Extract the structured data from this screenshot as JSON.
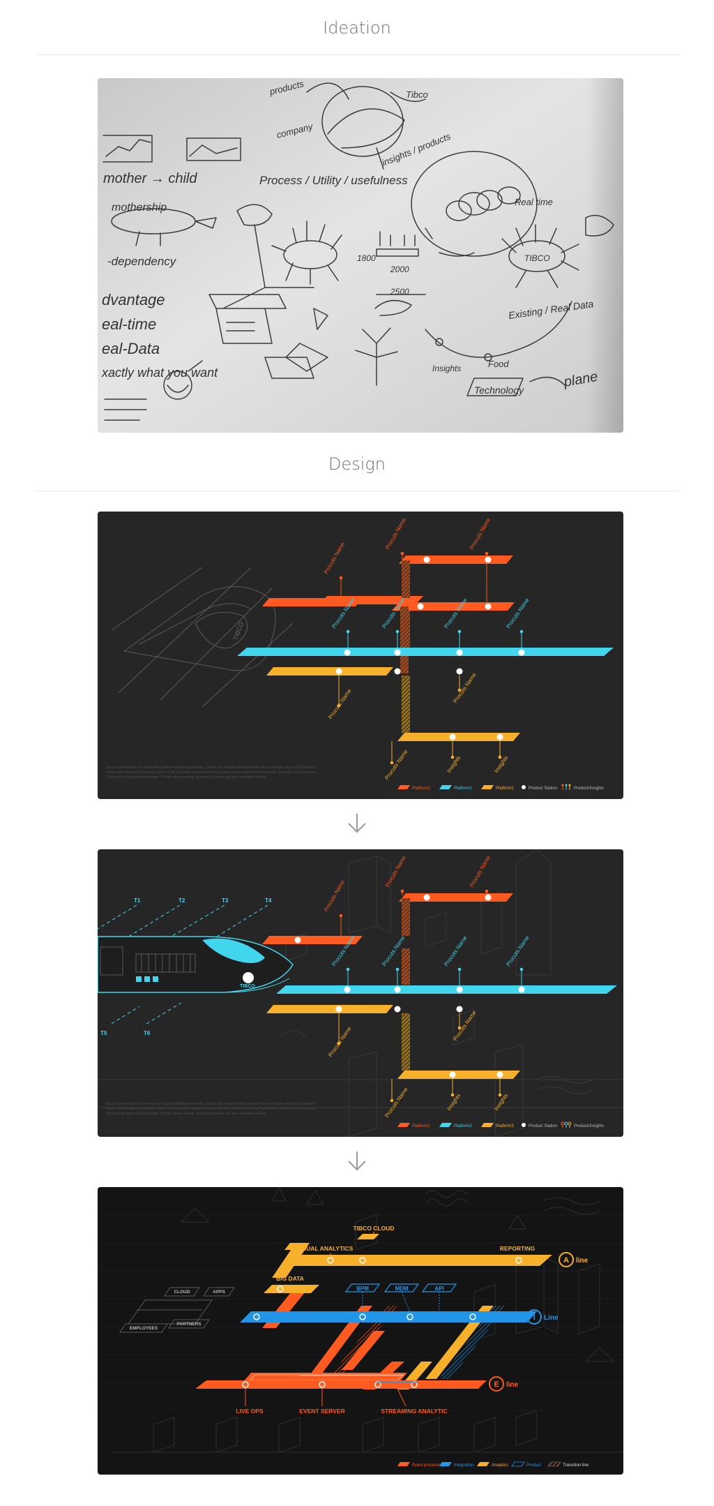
{
  "sections": {
    "ideation_title": "Ideation",
    "design_title": "Design"
  },
  "whiteboard": {
    "words": [
      "products",
      "Tibco",
      "company",
      "insights / products",
      "mother → child",
      "mothership",
      "Process / Utility / usefulness",
      "Real time",
      "-dependency",
      "dvantage",
      "eal-time",
      "eal-Data",
      "xactly what you want",
      "Existing / Real Data",
      "Food",
      "Technology",
      "plane",
      "TIBCO",
      "Insights",
      "1800",
      "2000",
      "2500"
    ]
  },
  "sketch_v1": {
    "product_label": "Procuts Name",
    "insights_label": "Insights",
    "train_logo": "TIBCO",
    "body_text": "Bacon ipsum dolor sit amet jerky brisket kielbasa porchetta. Spare ribs boudin biltong brisket doner chicken pig ball tip fatback salami jowl tenderloin ground round. Pork loin beef salami brisket beef ribs ham corned beef frankfurter ground round bresaola. Flank tri-tip capicola hamburger. Turkey ribeye swine, drumstick tongue chicken shoulder biltong.",
    "legend": [
      "Platform1",
      "Platform1",
      "Platform1",
      "Product Station",
      "Product/Insights"
    ]
  },
  "sketch_v2": {
    "product_label": "Procuts Name",
    "insights_label": "Insights",
    "train_logo": "TIBCO",
    "tracks": [
      "T1",
      "T2",
      "T3",
      "T4",
      "T5",
      "T6"
    ],
    "body_text": "Bacon ipsum dolor sit amet jerky brisket kielbasa porchetta. Spare ribs boudin biltong brisket doner chicken pig ball tip fatback salami jowl tenderloin ground round. Pork loin beef salami brisket beef ribs ham corned beef frankfurter ground round bresaola. Flank tri-tip capicola hamburger. Turkey ribeye swine, drumstick tongue chicken shoulder biltong.",
    "legend": [
      "Platform1",
      "Platform2",
      "Platform3",
      "Product Station",
      "Product/Insights"
    ]
  },
  "final_design": {
    "tibco_cloud": "TIBCO CLOUD",
    "visual_analytics": "VISUAL ANALYTICS",
    "reporting": "REPORTING",
    "big_data": "BIG DATA",
    "bpm": "BPM",
    "mdm": "MDM",
    "api": "API",
    "cloud": "CLOUD",
    "apps": "APPS",
    "employees": "EMPLOYEES",
    "partners": "PARTNERS",
    "live_ops": "LIVE OPS",
    "event_server": "EVENT SERVER",
    "streaming_analytic": "STREAMING ANALYTIC",
    "a_letter": "A",
    "a_line": "line",
    "i_letter": "I",
    "i_line": "Line",
    "e_letter": "E",
    "e_line": "line",
    "legend": [
      "Event processing",
      "Integretion",
      "Analytics",
      "Product",
      "Transition line"
    ]
  },
  "colors": {
    "orange": "#ff5a1f",
    "cyan": "#42d6ee",
    "amber": "#f7b02b",
    "blue": "#2196e8",
    "dark_panel": "#262626",
    "black_panel": "#141414"
  }
}
